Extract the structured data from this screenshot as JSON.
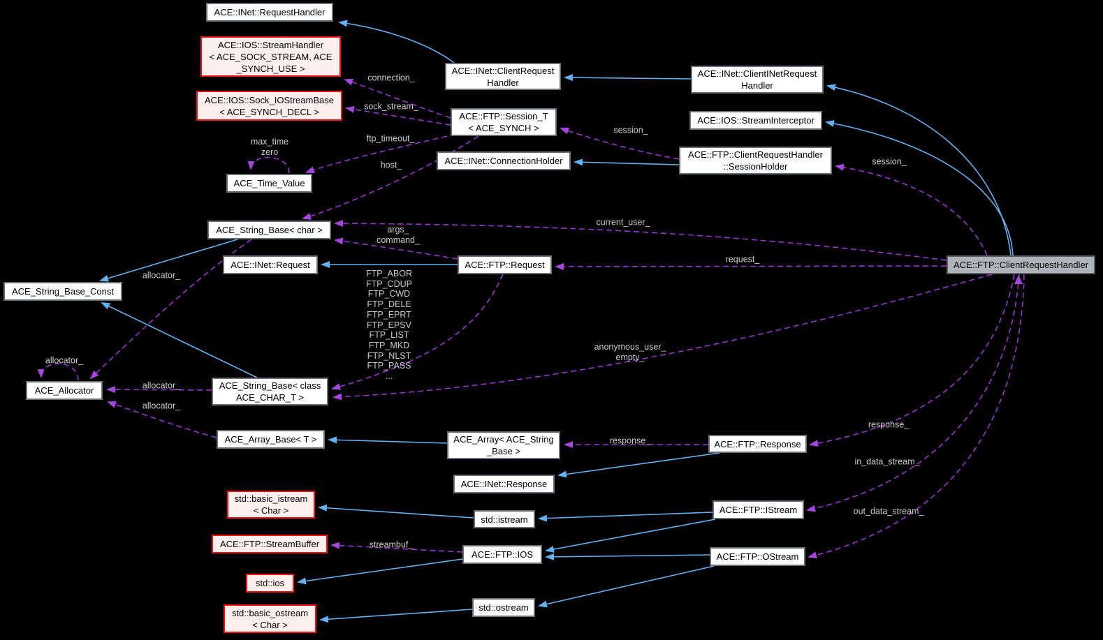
{
  "diagram": {
    "kind": "class-collaboration-graph",
    "colors": {
      "background": "#000000",
      "inheritance_edge": "#63b1f1",
      "usage_edge": "#9c32d2",
      "usage_arrowhead": "#a845e0",
      "node_background": "#ffffff",
      "node_border": "#696e73",
      "template_node_background": "#fff0f0",
      "template_node_border": "#fe0d0d",
      "main_node_background": "#afb4b8",
      "edge_label_color": "#cbcbcb"
    },
    "nodes": {
      "inet_request_handler": {
        "label": "ACE::INet::RequestHandler"
      },
      "ios_stream_handler": {
        "label": "ACE::IOS::StreamHandler\n< ACE_SOCK_STREAM, ACE\n_SYNCH_USE >"
      },
      "ios_sock_iostream_base": {
        "label": "ACE::IOS::Sock_IOStreamBase\n< ACE_SYNCH_DECL >"
      },
      "inet_client_request_handler": {
        "label": "ACE::INet::ClientRequest\nHandler"
      },
      "ftp_session_t": {
        "label": "ACE::FTP::Session_T\n< ACE_SYNCH >"
      },
      "inet_connection_holder": {
        "label": "ACE::INet::ConnectionHolder"
      },
      "ace_time_value": {
        "label": "ACE_Time_Value"
      },
      "inet_clientinet_request_handler": {
        "label": "ACE::INet::ClientINetRequest\nHandler"
      },
      "ios_stream_interceptor": {
        "label": "ACE::IOS::StreamInterceptor"
      },
      "ftp_crh_session_holder": {
        "label": "ACE::FTP::ClientRequestHandler\n::SessionHolder"
      },
      "string_base_char": {
        "label": "ACE_String_Base< char >"
      },
      "inet_request_node": {
        "label": "ACE::INet::Request"
      },
      "ftp_request": {
        "label": "ACE::FTP::Request"
      },
      "string_base_const": {
        "label": "ACE_String_Base_Const"
      },
      "ace_allocator": {
        "label": "ACE_Allocator"
      },
      "string_base_ace_char_t": {
        "label": "ACE_String_Base< class\nACE_CHAR_T >"
      },
      "array_base_t": {
        "label": "ACE_Array_Base< T >"
      },
      "ace_array_string_base": {
        "label": "ACE_Array< ACE_String\n_Base >"
      },
      "inet_response": {
        "label": "ACE::INet::Response"
      },
      "std_basic_istream": {
        "label": "std::basic_istream\n< Char >"
      },
      "std_istream": {
        "label": "std::istream"
      },
      "ftp_istream": {
        "label": "ACE::FTP::IStream"
      },
      "ftp_stream_buffer": {
        "label": "ACE::FTP::StreamBuffer"
      },
      "ftp_ios": {
        "label": "ACE::FTP::IOS"
      },
      "std_ios": {
        "label": "std::ios"
      },
      "ftp_ostream": {
        "label": "ACE::FTP::OStream"
      },
      "std_basic_ostream": {
        "label": "std::basic_ostream\n< Char >"
      },
      "std_ostream": {
        "label": "std::ostream"
      },
      "ftp_client_request_handler": {
        "label": "ACE::FTP::ClientRequestHandler"
      },
      "ftp_response": {
        "label": "ACE::FTP::Response"
      }
    },
    "edge_labels": {
      "connection": "connection_",
      "sock_stream": "sock_stream_",
      "ftp_timeout": "ftp_timeout_",
      "host": "host_",
      "max_time_zero": "max_time\nzero",
      "session_holder_to_session": "session_",
      "main_to_session_holder": "session_",
      "current_user": "current_user_",
      "args_command": "args_\ncommand_",
      "request": "request_",
      "ftp_commands": "FTP_ABOR\nFTP_CDUP\nFTP_CWD\nFTP_DELE\nFTP_EPRT\nFTP_EPSV\nFTP_LIST\nFTP_MKD\nFTP_NLST\nFTP_PASS\n...",
      "allocator_string_char": "allocator_",
      "allocator_self": "allocator_",
      "allocator_string_char_t": "allocator_",
      "allocator_array": "allocator_",
      "anonymous_user_empty": "anonymous_user_\nempty_",
      "response_member": "response_",
      "response_main": "response_",
      "in_data_stream": "in_data_stream_",
      "out_data_stream": "out_data_stream_",
      "streambuf": "streambuf_"
    }
  }
}
